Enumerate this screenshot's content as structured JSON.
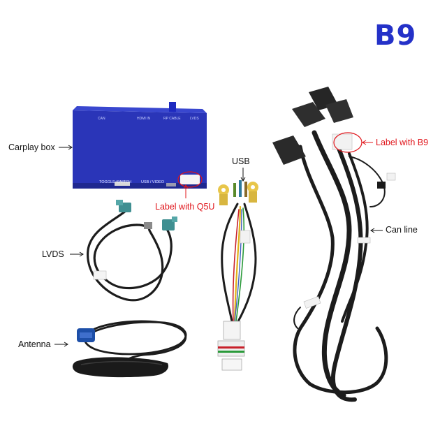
{
  "title": "B9",
  "labels": {
    "carplay_box": "Carplay box",
    "label_q5u": "Label with Q5U",
    "usb": "USB",
    "label_b9": "Label with B9",
    "can_line": "Can line",
    "lvds": "LVDS",
    "antenna": "Antenna"
  },
  "box_print": {
    "can": "CAN",
    "hdmi_in": "HDMI IN",
    "rp_cable": "RP CABLE",
    "lvds": "LVDS",
    "toggle_switch": "TOGGLE SWITCH",
    "usb_video": "USB / VIDEO"
  },
  "colors": {
    "title": "#2431c8",
    "box_blue": "#2a35b8",
    "annotation_red": "#e0141a",
    "cable_black": "#1c1c1c",
    "connector_teal": "#3f8f91"
  }
}
